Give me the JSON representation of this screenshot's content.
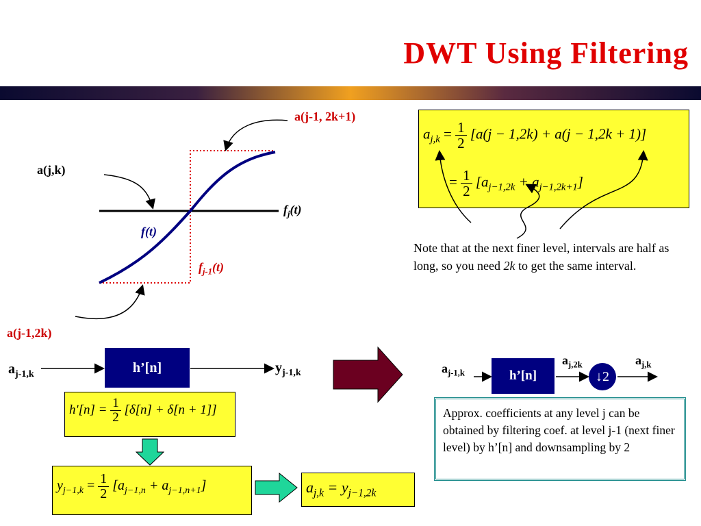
{
  "title": "DWT Using Filtering",
  "plot": {
    "label_top": "a(j-1, 2k+1)",
    "label_ajk": "a(j,k)",
    "label_fj_main": "f",
    "label_fj_sub": "j",
    "label_fj_arg": "(t)",
    "label_ft": "f(t)",
    "label_fj1_main": "f",
    "label_fj1_sub": "j-1",
    "label_fj1_arg": "(t)",
    "label_bottom": "a(j-1,2k)"
  },
  "equation_top": {
    "lhs": "a",
    "lhs_sub": "j,k",
    "eq": "=",
    "half_num": "1",
    "half_den": "2",
    "line1_body": "[a(j − 1,2k) + a(j − 1,2k + 1)]",
    "line2_open": "[a",
    "line2_sub1": "j−1,2k",
    "line2_plus": " + a",
    "line2_sub2": "j−1,2k+1",
    "line2_close": "]"
  },
  "note": {
    "text_before": "Note that at the next finer level, intervals are half as long, so you need ",
    "emphasis": "2k",
    "text_after": " to get the same interval."
  },
  "filter_left": {
    "input_main": "a",
    "input_sub": "j-1,k",
    "box": "h’[n]",
    "output_main": "y",
    "output_sub": "j-1,k"
  },
  "h_equation": {
    "lhs": "h'[n] =",
    "half_num": "1",
    "half_den": "2",
    "rhs": "[δ[n] + δ[n + 1]]"
  },
  "y_equation": {
    "lhs": "y",
    "lhs_sub": "j−1,k",
    "eq": " =",
    "half_num": "1",
    "half_den": "2",
    "open": "[a",
    "sub1": "j−1,n",
    "plus": " + a",
    "sub2": "j−1,n+1",
    "close": "]"
  },
  "result_equation": {
    "lhs": "a",
    "lhs_sub": "j,k",
    "eq": " = y",
    "rhs_sub": "j−1,2k"
  },
  "filter_right": {
    "input_main": "a",
    "input_sub": "j-1,k",
    "box": "h’[n]",
    "mid_main": "a",
    "mid_sub": "j,2k",
    "downsample": "↓2",
    "output_main": "a",
    "output_sub": "j,k"
  },
  "approx_text": "Approx. coefficients at any level j can be obtained by filtering coef. at level j-1 (next finer level) by h’[n] and downsampling by 2",
  "colors": {
    "title": "#e00000",
    "curve": "#000080",
    "box_fill": "#ffff33",
    "filter_box": "#000080",
    "big_arrow": "#6b0020",
    "green_arrow": "#1fd69a",
    "note_border": "#1e8c8c"
  }
}
